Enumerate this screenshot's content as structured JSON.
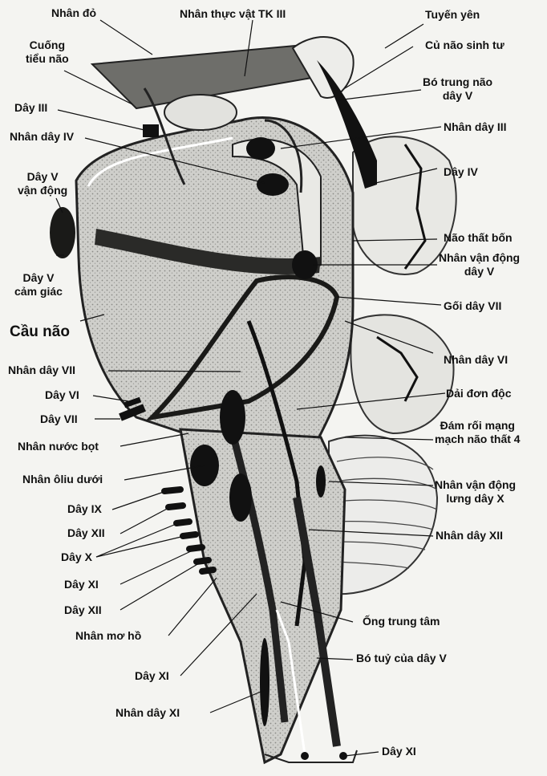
{
  "labels": {
    "nhan_do": "Nhân đỏ",
    "nhan_thuc_vat": "Nhân thực vật TK III",
    "tuyen_yen": "Tuyến yên",
    "cuong_tieu_nao": "Cuống\ntiểu não",
    "cu_nao_sinh_tu": "Củ não sinh tư",
    "bo_trung_nao": "Bó trung não\ndây V",
    "day_iii": "Dây III",
    "nhan_day_iv": "Nhân dây IV",
    "nhan_day_iii": "Nhân dây III",
    "day_v_van_dong": "Dây V\nvận động",
    "day_iv": "Dây IV",
    "nao_that_bon": "Não thất bốn",
    "nhan_van_dong_v": "Nhân vận động\ndây V",
    "day_v_cam_giac": "Dây V\ncảm giác",
    "goi_day_vii": "Gối dây VII",
    "cau_nao": "Cầu não",
    "nhan_day_vi": "Nhân dây VI",
    "nhan_day_vii": "Nhân dây VII",
    "dai_don_doc": "Dải đơn độc",
    "day_vi": "Dây VI",
    "day_vii": "Dây VII",
    "dam_roi_mang": "Đám rối mạng\nmạch não thất 4",
    "nhan_nuoc_bot": "Nhân nước bọt",
    "nhan_oliu_duoi": "Nhân ôliu dưới",
    "nhan_van_dong_lung_x": "Nhân vận động\nlưng dây X",
    "day_ix": "Dây IX",
    "day_xii_a": "Dây XII",
    "nhan_day_xii": "Nhân dây XII",
    "day_x": "Dây X",
    "day_xi_a": "Dây XI",
    "day_xii_b": "Dây XII",
    "ong_trung_tam": "Ống trung tâm",
    "nhan_mo_ho": "Nhân mơ hồ",
    "bo_tuy_day_v": "Bó tuỷ của dây V",
    "day_xi_b": "Dây XI",
    "nhan_day_xi": "Nhân dây XI",
    "day_xi_c": "Dây XI"
  }
}
